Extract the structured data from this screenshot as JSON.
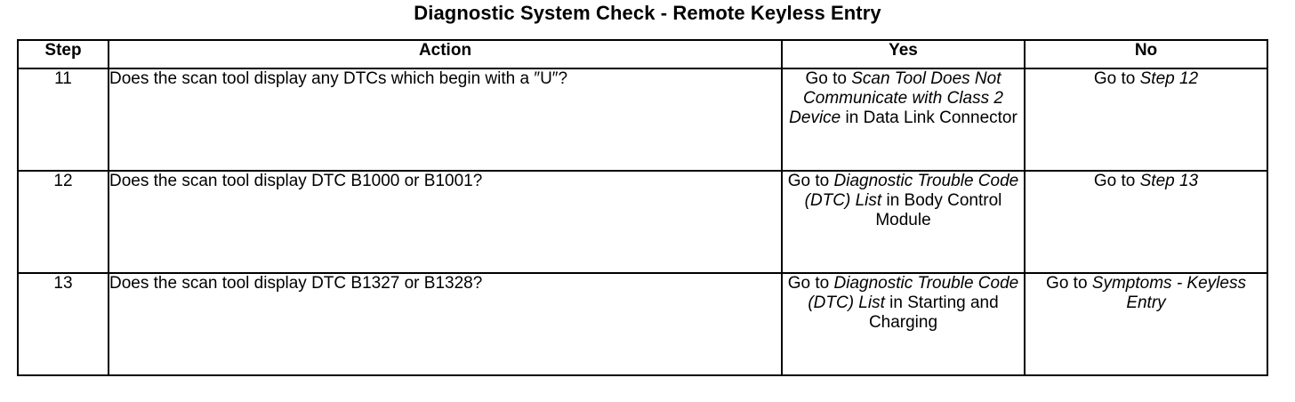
{
  "document": {
    "title": "Diagnostic System Check - Remote Keyless Entry"
  },
  "table": {
    "headers": {
      "step": "Step",
      "action": "Action",
      "yes": "Yes",
      "no": "No"
    },
    "rows": [
      {
        "step": "11",
        "action": "Does the scan tool display any DTCs which begin with a ″U″?",
        "yes": {
          "full_text": "Go to Scan Tool Does Not Communicate with Class 2 Device in Data Link Connector",
          "lead": "Go to ",
          "reference": "Scan Tool Does Not Communicate with Class 2 Device",
          "trail": " in Data Link Connector"
        },
        "no": {
          "full_text": "Go to Step 12",
          "lead": "Go to ",
          "reference": "Step 12",
          "trail": ""
        }
      },
      {
        "step": "12",
        "action": "Does the scan tool display DTC B1000 or B1001?",
        "yes": {
          "full_text": "Go to Diagnostic Trouble Code (DTC) List in Body Control Module",
          "lead": "Go to ",
          "reference": "Diagnostic Trouble Code (DTC) List",
          "trail": " in Body Control Module"
        },
        "no": {
          "full_text": "Go to Step 13",
          "lead": "Go to ",
          "reference": "Step 13",
          "trail": ""
        }
      },
      {
        "step": "13",
        "action": "Does the scan tool display DTC B1327 or B1328?",
        "yes": {
          "full_text": "Go to Diagnostic Trouble Code (DTC) List in Starting and Charging",
          "lead": "Go to ",
          "reference": "Diagnostic Trouble Code (DTC) List",
          "trail": " in Starting and Charging"
        },
        "no": {
          "full_text": "Go to Symptoms - Keyless Entry",
          "lead": "Go to ",
          "reference": "Symptoms - Keyless Entry",
          "trail": ""
        }
      }
    ]
  },
  "colors": {
    "text": "#000000",
    "background": "#ffffff",
    "border": "#000000"
  }
}
